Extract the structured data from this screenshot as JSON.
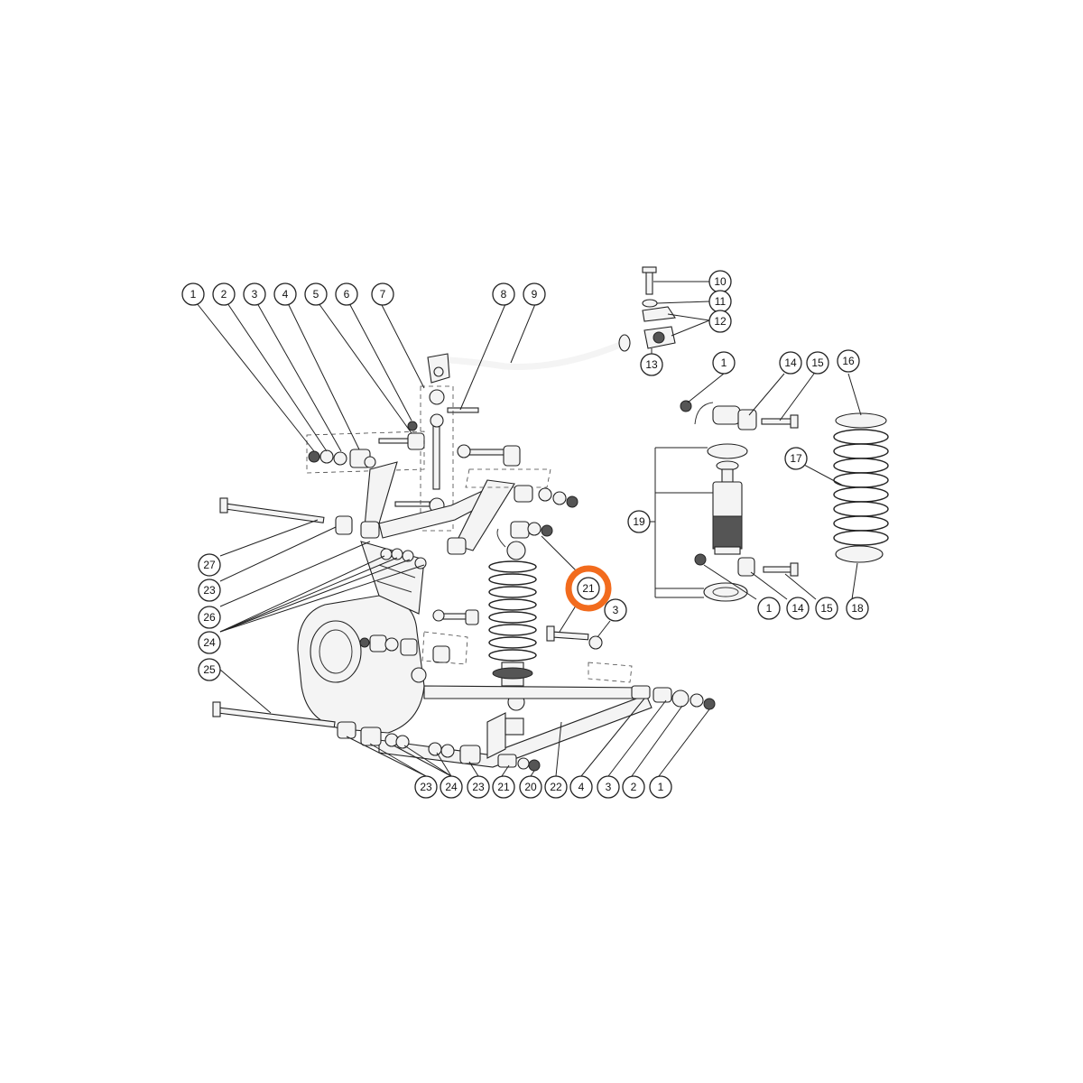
{
  "diagram": {
    "highlight_color": "#f26b1d",
    "line_color": "#222222",
    "highlighted_callout": "21",
    "callouts": [
      {
        "label": "1"
      },
      {
        "label": "2"
      },
      {
        "label": "3"
      },
      {
        "label": "4"
      },
      {
        "label": "5"
      },
      {
        "label": "6"
      },
      {
        "label": "7"
      },
      {
        "label": "8"
      },
      {
        "label": "9"
      },
      {
        "label": "10"
      },
      {
        "label": "11"
      },
      {
        "label": "12"
      },
      {
        "label": "13"
      },
      {
        "label": "1"
      },
      {
        "label": "14"
      },
      {
        "label": "15"
      },
      {
        "label": "16"
      },
      {
        "label": "17"
      },
      {
        "label": "19"
      },
      {
        "label": "1"
      },
      {
        "label": "14"
      },
      {
        "label": "15"
      },
      {
        "label": "18"
      },
      {
        "label": "27"
      },
      {
        "label": "23"
      },
      {
        "label": "26"
      },
      {
        "label": "24"
      },
      {
        "label": "25"
      },
      {
        "label": "21"
      },
      {
        "label": "3"
      },
      {
        "label": "23"
      },
      {
        "label": "24"
      },
      {
        "label": "23"
      },
      {
        "label": "21"
      },
      {
        "label": "20"
      },
      {
        "label": "22"
      },
      {
        "label": "4"
      },
      {
        "label": "3"
      },
      {
        "label": "2"
      },
      {
        "label": "1"
      }
    ]
  }
}
